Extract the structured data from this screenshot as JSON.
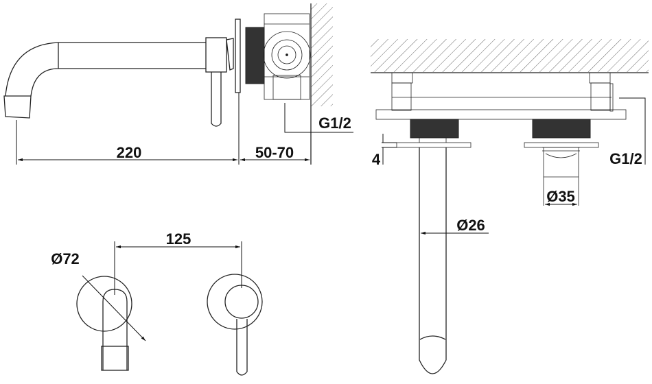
{
  "drawing": {
    "side_view": {
      "length_label": "220",
      "wall_depth_label": "50-70",
      "thread_label": "G1/2"
    },
    "top_view": {
      "plate_thickness_label": "4",
      "spout_diameter_label": "Ø26",
      "outlet_diameter_label": "Ø35",
      "thread_label": "G1/2"
    },
    "front_view": {
      "center_distance_label": "125",
      "rosette_diameter_label": "Ø72"
    }
  }
}
